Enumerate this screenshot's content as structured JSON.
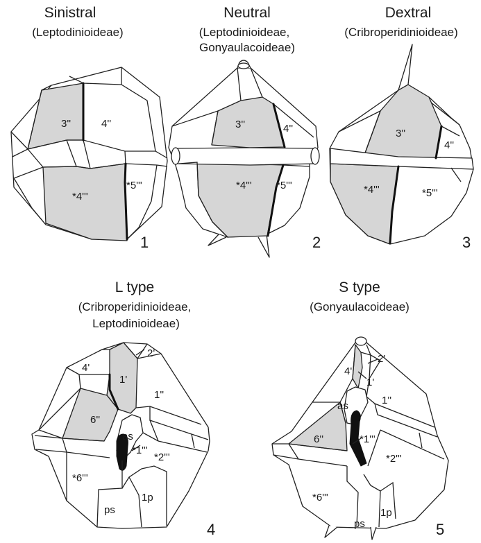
{
  "colors": {
    "shaded_plate": "#d6d6d6",
    "outline": "#222222",
    "sulcal_plate": "#111111"
  },
  "panels": [
    {
      "title": "Sinistral",
      "subtitle": "(Leptodinioideae)",
      "number": "1",
      "labels": {
        "a": "3''",
        "b": "4''",
        "c": "*4'''",
        "d": "*5'''"
      }
    },
    {
      "title": "Neutral",
      "subtitle_1": "(Leptodinioideae,",
      "subtitle_2": "Gonyaulacoideae)",
      "number": "2",
      "labels": {
        "a": "3''",
        "b": "4''",
        "c": "*4'''",
        "d": "*5'''"
      }
    },
    {
      "title": "Dextral",
      "subtitle": "(Cribroperidinioideae)",
      "number": "3",
      "labels": {
        "a": "3''",
        "b": "4''",
        "c": "*4'''",
        "d": "*5'''"
      }
    },
    {
      "title": "L type",
      "subtitle_1": "(Cribroperidinioideae,",
      "subtitle_2": "Leptodinioideae)",
      "number": "4",
      "labels": {
        "p2": "2'",
        "p4": "4'",
        "p1": "1'",
        "c1": "1''",
        "c6": "6''",
        "as": "as",
        "s1": "*1'''",
        "s2": "*2'''",
        "s6": "*6'''",
        "ps": "ps",
        "p1p": "1p"
      }
    },
    {
      "title": "S type",
      "subtitle": "(Gonyaulacoideae)",
      "number": "5",
      "labels": {
        "p2": "2'",
        "p4": "4'",
        "p1": "1'",
        "c1": "1''",
        "c6": "6''",
        "as": "as",
        "s1": "*1'''",
        "s2": "*2'''",
        "s6": "*6'''",
        "ps": "ps",
        "p1p": "1p"
      }
    }
  ]
}
